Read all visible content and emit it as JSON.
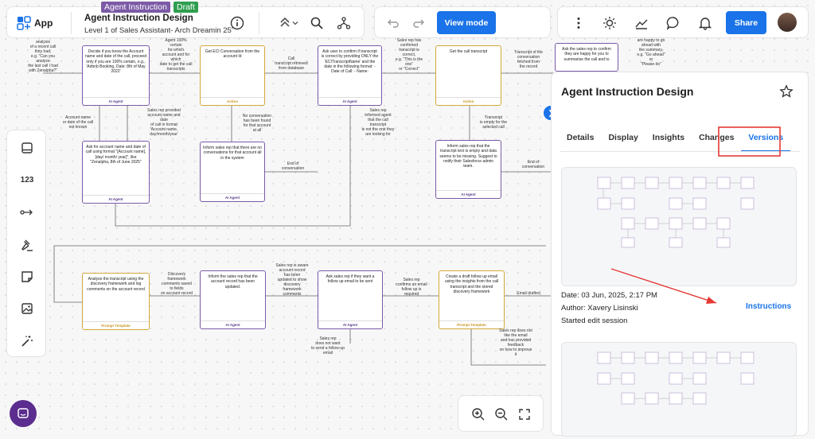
{
  "header": {
    "app_label": "App",
    "tag_agent": "Agent Instruction",
    "tag_status": "Draft",
    "title": "Agent Instruction Design",
    "subtitle": "Level 1 of Sales Assistant- Arch Dreamin 25'",
    "view_mode_label": "View mode",
    "share_label": "Share"
  },
  "colors": {
    "accent": "#1a73e8",
    "agent_node": "#7b5aa6",
    "action_node": "#d4a83a",
    "tag_agent": "#7b5aa6",
    "tag_status": "#2e9e4f",
    "highlight": "#e53935"
  },
  "toolbar": {
    "items": [
      "panel-icon",
      "number-icon",
      "connector-icon",
      "gavel-icon",
      "sticky-note-icon",
      "image-icon",
      "magic-wand-icon"
    ],
    "number_label": "123"
  },
  "flow": {
    "nodes": [
      {
        "id": "n1",
        "text": "Decide if you know the Account name and date of the call, proceed only if you are 100% certain, e.g., 'Airbnb Booking, Date: 8th of May 2022'",
        "type": "AI Agent"
      },
      {
        "id": "n2",
        "text": "Get ECI Conversation from the account Id",
        "type": "Action"
      },
      {
        "id": "n3",
        "text": "Ask user to confirm if transcript is correct by providing ONLY the 'ECITranscriptName' and the date in the following format: - Date of Call: - Name:",
        "type": "AI Agent"
      },
      {
        "id": "n4",
        "text": "Get the call transcript",
        "type": "Action"
      },
      {
        "id": "n5",
        "text": "Ask the sales rep to confirm they are happy for you to summarise the call and to",
        "type": "AI Agent"
      },
      {
        "id": "n6",
        "text": "Ask for account name and date of call using format \"[Account name], [day/ month/ year]\", like \"Zenalpha, 8th of June 2025\"",
        "type": "AI Agent"
      },
      {
        "id": "n7",
        "text": "Inform sales rep that there are no conversations for that account all in the system",
        "type": "AI Agent"
      },
      {
        "id": "n8",
        "text": "Inform sales rep that the transcript text is empty and data seems to be missing. Suggest to notify their Salesforce admin team.",
        "type": "AI Agent"
      },
      {
        "id": "n9",
        "text": "Analyze the transcript using the discovery framework and log comments on the account record",
        "type": "Prompt Template"
      },
      {
        "id": "n10",
        "text": "Inform the sales rep that the account record has been updated.",
        "type": "AI Agent"
      },
      {
        "id": "n11",
        "text": "Ask sales rep if they want a follow up email to be sent",
        "type": "AI Agent"
      },
      {
        "id": "n12",
        "text": "Create a draft follow up email using the insights from the call transcript and the stored discovery framework",
        "type": "Prompt Template"
      }
    ],
    "edge_labels": [
      {
        "id": "e1",
        "text": "analysis\nof a recent call\nthey had,\ne.g. \"Can you\nanalyze\nthe last call I had\nwith Zenalpha?\""
      },
      {
        "id": "e2",
        "text": "Agent 100%\ncertain\nfor which\naccount and for\nwhich\ndate to get the call\ntranscripts"
      },
      {
        "id": "e3",
        "text": "Call\ntranscript retrieved\nfrom database"
      },
      {
        "id": "e4",
        "text": "Sales rep has\nconfirmed\ntranscript is\ncorrect,\ne.g. \"This is the\none\"\nor \"Correct\""
      },
      {
        "id": "e5",
        "text": "Transcript of the\nconversation\nfetched from\nthe record"
      },
      {
        "id": "e6",
        "text": "are happy to go\nahead with\nthe summary,\ne.g. \"Go ahead\"\nor\n\"Please do\""
      },
      {
        "id": "e7",
        "text": "Account name\nor date of the call\nnot known"
      },
      {
        "id": "e8",
        "text": "Sales rep provided\naccount name and\ndate\nof call in format\n'Account name,\nday/month/year'"
      },
      {
        "id": "e9",
        "text": "No conversation\nhas been found\nfor that account\nat all"
      },
      {
        "id": "e10",
        "text": "Sales rep\ninformed agent\nthat the call\ntranscript\nis not the one they\nare looking for"
      },
      {
        "id": "e11",
        "text": "Transcript\nis empty for the\nselected call"
      },
      {
        "id": "e12",
        "text": "End of\nconversation"
      },
      {
        "id": "e13",
        "text": "End of\nconversation"
      },
      {
        "id": "e14",
        "text": "Discovery\nframework\ncomments saved\nto fields\non account record"
      },
      {
        "id": "e15",
        "text": "Sales rep is aware\naccount record\nhas been\nupdated to show\ndiscovery\nframework\ncomments"
      },
      {
        "id": "e16",
        "text": "Sales rep\nconfirms an email\nfollow up is\nrequired"
      },
      {
        "id": "e17",
        "text": "Email drafted"
      },
      {
        "id": "e18",
        "text": "Sales rep\ndoes not want\nto send a follow-up\nemail"
      },
      {
        "id": "e19",
        "text": "Sales rep does not\nlike the email\nand has provided\nfeedback\non how to improve\nit"
      }
    ]
  },
  "panel": {
    "title": "Agent Instruction Design",
    "tabs": [
      "Details",
      "Display",
      "Insights",
      "Changes",
      "Versions"
    ],
    "active_tab": "Versions",
    "versions": [
      {
        "date": "Date: 03 Jun, 2025, 2:17 PM",
        "author": "Author: Xavery Lisinski",
        "action": "Started edit session",
        "link": "Instructions"
      }
    ]
  }
}
